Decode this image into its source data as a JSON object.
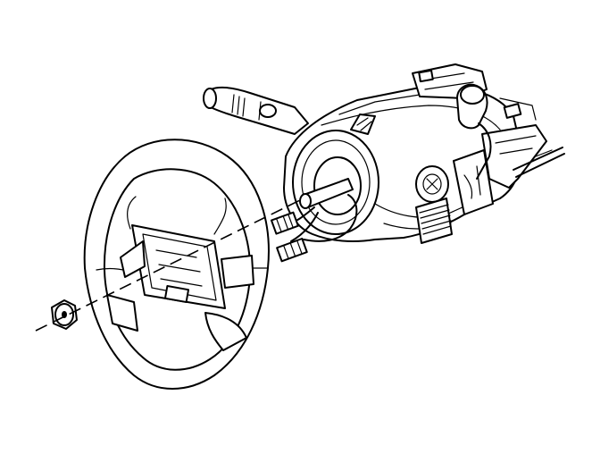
{
  "figure": {
    "line_color": "#000000",
    "background": "#ffffff",
    "parts": [
      "steering-column",
      "turn-signal-lever",
      "ignition-switch",
      "wiring-harness-connectors",
      "steering-wheel",
      "steering-wheel-nut",
      "center-axis-dashed-line"
    ]
  }
}
